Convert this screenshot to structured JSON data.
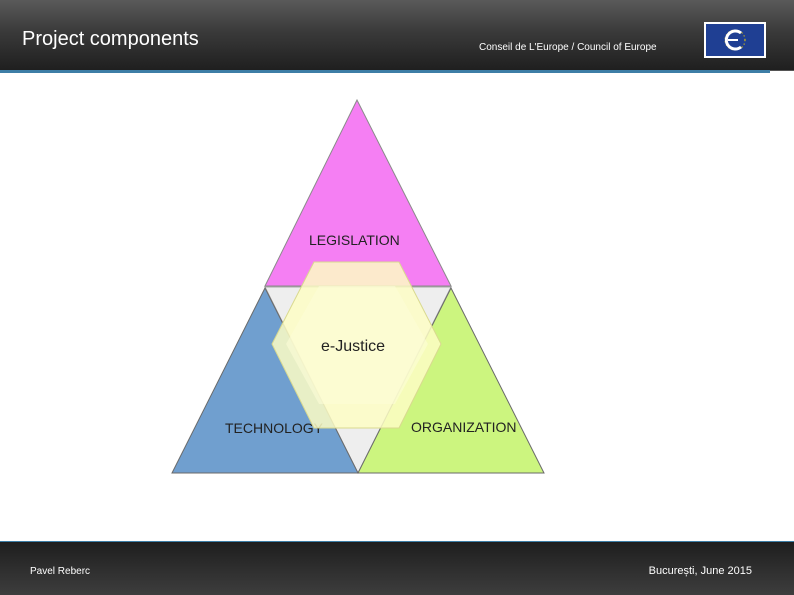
{
  "header": {
    "title": "Project components",
    "organization": "Conseil de L'Europe / Council of Europe"
  },
  "diagram": {
    "components": [
      {
        "label": "LEGISLATION",
        "color": "#f57ff3"
      },
      {
        "label": "TECHNOLOGY",
        "color": "#709fcf"
      },
      {
        "label": "ORGANIZATION",
        "color": "#ccf57f"
      }
    ],
    "center": {
      "label": "e-Justice",
      "color": "#fdfdc4"
    },
    "gap_color": "#eeeeee"
  },
  "footer": {
    "author": "Pavel Reberc",
    "date": "București, June 2015"
  },
  "colors": {
    "accent": "#3d7ea6",
    "logo_background": "#1f3f93",
    "logo_stars": "#f2d000"
  }
}
